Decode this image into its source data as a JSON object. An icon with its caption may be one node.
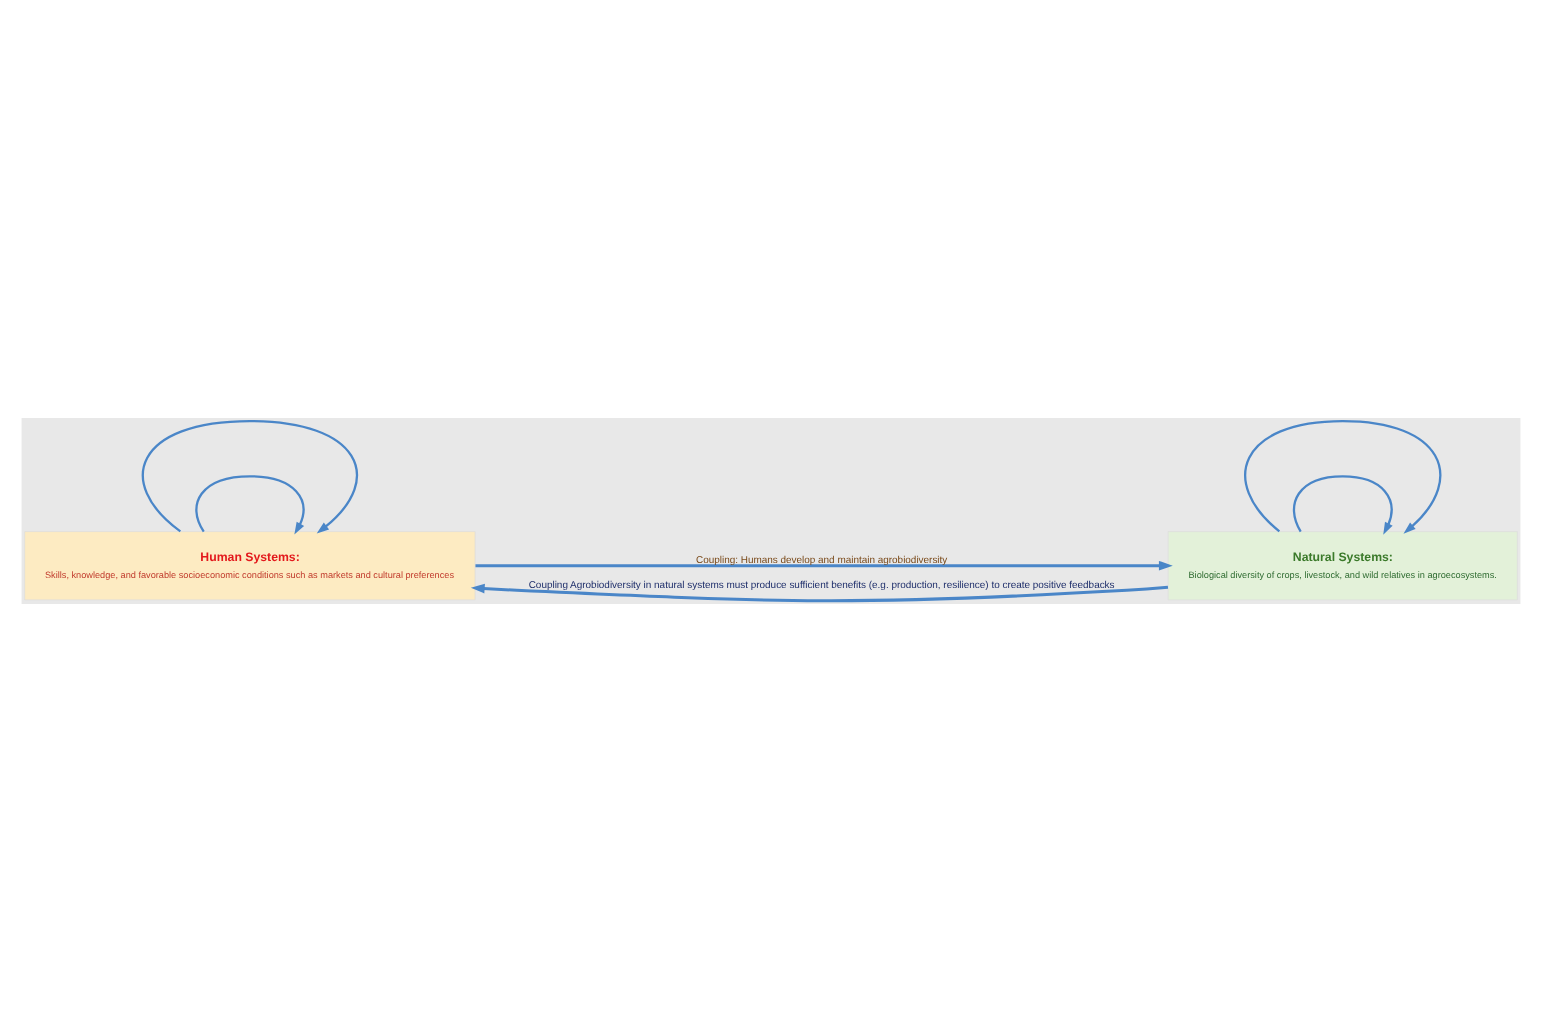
{
  "diagram": {
    "nodes": [
      {
        "text": [
          "Human Systems:",
          "Skills, knowledge, and favorable socioeconomic conditions such as markets and cultural preferences"
        ]
      },
      {
        "text": [
          "Natural Systems:",
          "Biological diversity of crops, livestock, and wild relatives in agroecosystems."
        ]
      }
    ],
    "edges": [
      {
        "from": 0,
        "to": 1,
        "arrow": "to",
        "label": "Coupling: Humans develop and maintain agrobiodiversity"
      },
      {
        "from": 1,
        "to": 0,
        "arrow": "to",
        "label": "Coupling Agrobiodiversity in natural systems must produce sufficient benefits (e.g. production, resilience) to create positive feedbacks"
      },
      {
        "from": 0,
        "to": 0,
        "arrow": "to"
      },
      {
        "from": 0,
        "to": 0,
        "arrow": "to"
      },
      {
        "from": 1,
        "to": 1,
        "arrow": "to"
      },
      {
        "from": 1,
        "to": 1,
        "arrow": "to"
      }
    ]
  }
}
